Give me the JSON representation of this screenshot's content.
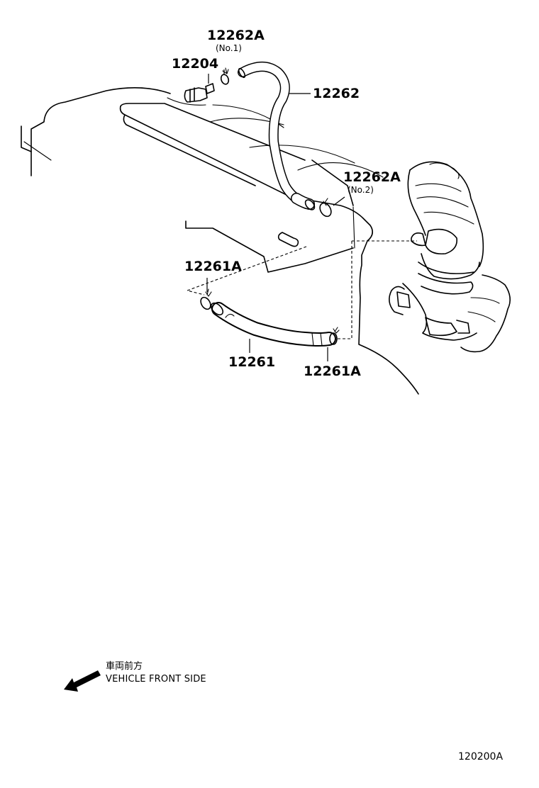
{
  "parts": {
    "p12262A_no1": {
      "number": "12262A",
      "sub": "(No.1)"
    },
    "p12204": {
      "number": "12204"
    },
    "p12262": {
      "number": "12262"
    },
    "p12262A_no2": {
      "number": "12262A",
      "sub": "(No.2)"
    },
    "p12261A_left": {
      "number": "12261A"
    },
    "p12261": {
      "number": "12261"
    },
    "p12261A_right": {
      "number": "12261A"
    }
  },
  "legend": {
    "label_jp": "車両前方",
    "label_en": "VEHICLE FRONT SIDE",
    "arrow_icon": "front-direction-arrow-icon"
  },
  "diagram_id": "120200A"
}
